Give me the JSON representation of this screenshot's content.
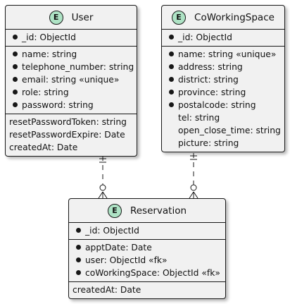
{
  "entities": {
    "user": {
      "badge": "E",
      "name": "User",
      "key_fields": [
        "_id: ObjectId"
      ],
      "fields": [
        "name: string",
        "telephone_number: string",
        "email: string «unique»",
        "role: string",
        "password: string"
      ],
      "extra_fields": [
        "resetPasswordToken: string",
        "resetPasswordExpire: Date",
        "createdAt: Date"
      ]
    },
    "coworkingspace": {
      "badge": "E",
      "name": "CoWorkingSpace",
      "key_fields": [
        "_id: ObjectId"
      ],
      "fields": [
        "name: string «unique»",
        "address: string",
        "district: string",
        "province: string",
        "postalcode: string"
      ],
      "plain_fields": [
        "tel: string",
        "open_close_time: string",
        "picture: string"
      ]
    },
    "reservation": {
      "badge": "E",
      "name": "Reservation",
      "key_fields": [
        "_id: ObjectId"
      ],
      "fields": [
        "apptDate: Date",
        "user: ObjectId «fk»",
        "coWorkingSpace: ObjectId «fk»"
      ],
      "extra_fields": [
        "createdAt: Date"
      ]
    }
  },
  "relations": [
    {
      "from": "user",
      "to": "reservation",
      "from_cardinality": "exactly-one",
      "to_cardinality": "zero-or-many",
      "style": "dashed"
    },
    {
      "from": "coworkingspace",
      "to": "reservation",
      "from_cardinality": "exactly-one",
      "to_cardinality": "zero-or-many",
      "style": "dashed"
    }
  ],
  "colors": {
    "entity_fill": "#f1f1f1",
    "badge_fill": "#aee3c5",
    "line": "#181818"
  }
}
